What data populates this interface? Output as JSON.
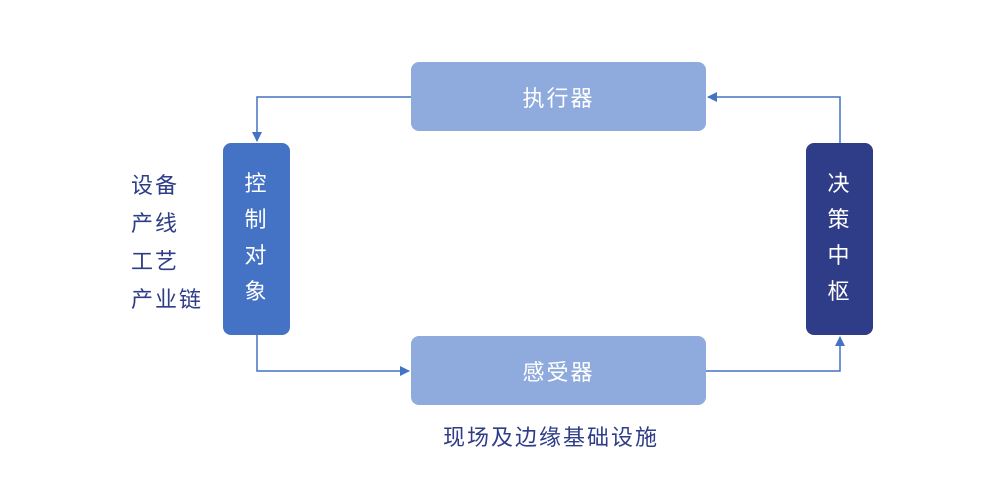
{
  "nodes": {
    "actuator": "执行器",
    "sensor": "感受器",
    "control_object": [
      "控",
      "制",
      "对",
      "象"
    ],
    "decision_center": [
      "决",
      "策",
      "中",
      "枢"
    ]
  },
  "left_labels": [
    "设备",
    "产线",
    "工艺",
    "产业链"
  ],
  "bottom_label": "现场及边缘基础设施",
  "colors": {
    "light_box": "#8faadc",
    "control_box": "#4472c4",
    "decision_box": "#2f3c87",
    "arrow": "#4472c4",
    "text": "#2f3c87"
  }
}
